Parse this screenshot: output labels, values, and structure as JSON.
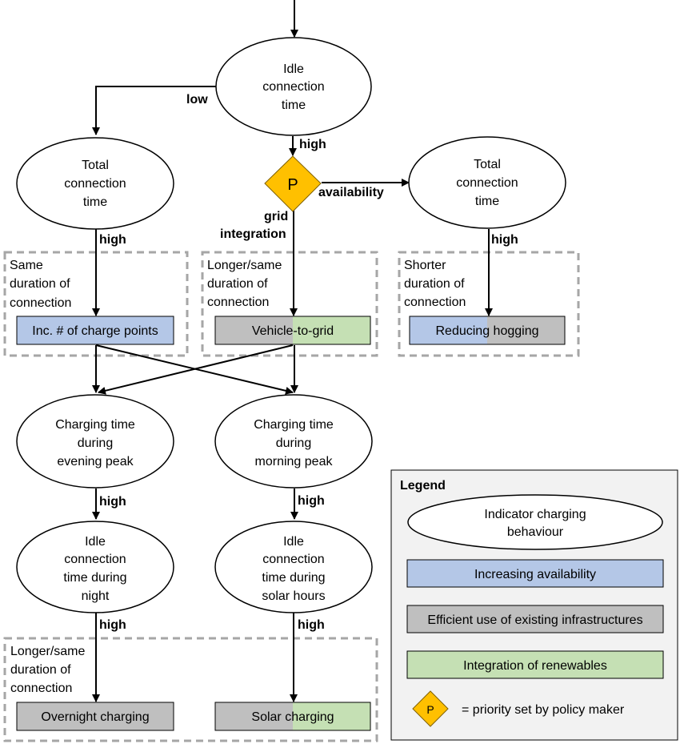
{
  "nodes": {
    "idle_top": [
      "Idle",
      "connection",
      "time"
    ],
    "total_left": [
      "Total",
      "connection",
      "time"
    ],
    "total_right": [
      "Total",
      "connection",
      "time"
    ],
    "evening": [
      "Charging time",
      "during",
      "evening peak"
    ],
    "morning": [
      "Charging time",
      "during",
      "morning peak"
    ],
    "idle_night": [
      "Idle",
      "connection",
      "time during",
      "night"
    ],
    "idle_solar": [
      "Idle",
      "connection",
      "time during",
      "solar hours"
    ]
  },
  "priority": {
    "symbol": "P"
  },
  "edge_labels": {
    "low": "low",
    "high": "high",
    "availability": "availability",
    "grid_integration": [
      "grid",
      "integration"
    ]
  },
  "groups": {
    "same": [
      "Same",
      "duration of",
      "connection"
    ],
    "longer_v2g": [
      "Longer/same",
      "duration of",
      "connection"
    ],
    "shorter": [
      "Shorter",
      "duration of",
      "connection"
    ],
    "longer_bottom": [
      "Longer/same",
      "duration of",
      "connection"
    ]
  },
  "measures": {
    "charge_points": "Inc. # of charge points",
    "v2g": "Vehicle-to-grid",
    "hogging": "Reducing hogging",
    "overnight": "Overnight charging",
    "solar": "Solar charging"
  },
  "legend": {
    "title": "Legend",
    "indicator": [
      "Indicator charging",
      "behaviour"
    ],
    "availability": "Increasing availability",
    "efficient": "Efficient use of existing infrastructures",
    "renewables": "Integration of renewables",
    "priority": "= priority set by policy maker"
  },
  "colors": {
    "blue": "#b4c7e7",
    "gray": "#bfbfbf",
    "green": "#c5e0b4",
    "orange": "#ffc000",
    "dash": "#a6a6a6",
    "legend_bg": "#f2f2f2"
  }
}
